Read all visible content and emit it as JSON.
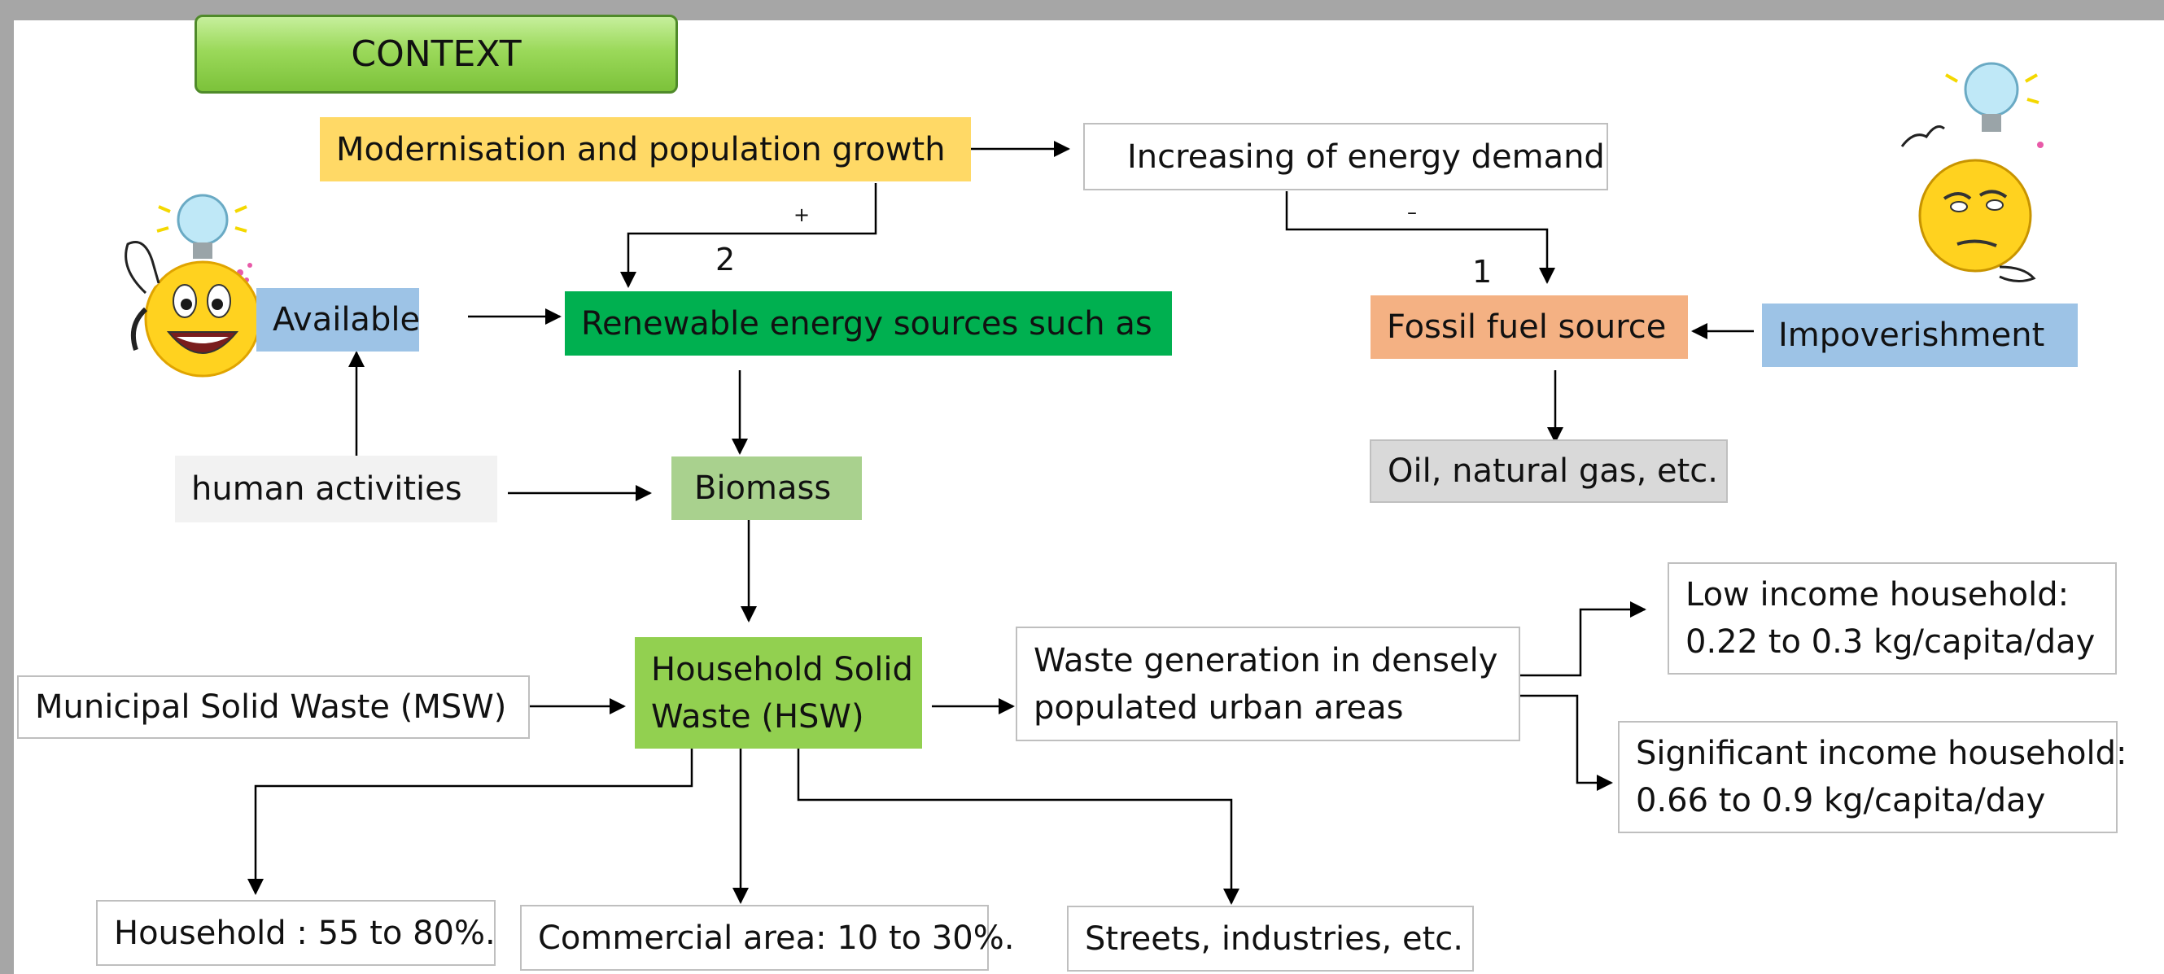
{
  "title": "CONTEXT",
  "nodes": {
    "modernisation": "Modernisation and population growth",
    "energy_demand": "Increasing of energy demand",
    "available": "Available",
    "renewable": "Renewable energy sources such as",
    "fossil": "Fossil fuel source",
    "impoverishment": "Impoverishment",
    "human_activities": "human activities",
    "biomass": "Biomass",
    "oil_gas": "Oil, natural gas, etc.",
    "msw": "Municipal Solid Waste (MSW)",
    "hsw_line1": "Household Solid",
    "hsw_line2": "Waste (HSW)",
    "waste_gen_line1": "Waste generation in densely",
    "waste_gen_line2": "populated urban areas",
    "low_income_line1": "Low income household:",
    "low_income_line2": "0.22 to 0.3 kg/capita/day",
    "sig_income_line1": "Significant income household:",
    "sig_income_line2": "0.66 to 0.9 kg/capita/day",
    "household": "Household : 55 to 80%.",
    "commercial": "Commercial area: 10 to 30%.",
    "streets": "Streets, industries, etc."
  },
  "labels": {
    "num_2": "2",
    "num_1": "1",
    "plus": "+",
    "minus": "–"
  },
  "colors": {
    "title_green": "#92d050",
    "modernisation_fill": "#ffd966",
    "available_fill": "#9dc3e6",
    "renewable_fill": "#00b050",
    "fossil_fill": "#f4b183",
    "biomass_fill": "#a9d18e",
    "hsw_fill": "#92d050",
    "human_fill": "#f2f2f2",
    "oil_fill": "#d9d9d9"
  },
  "icons": [
    "happy-emoji-lightbulb-icon",
    "thinking-emoji-lightbulb-icon"
  ]
}
